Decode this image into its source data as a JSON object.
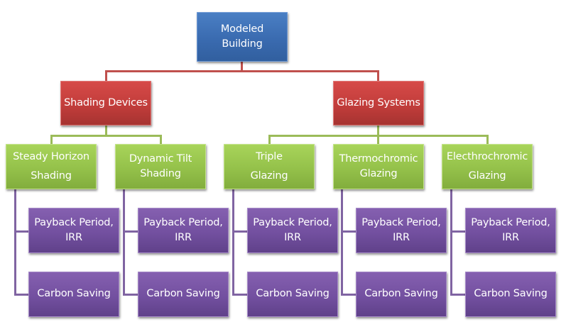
{
  "diagram": {
    "root": {
      "lines": [
        "Modeled",
        "Building"
      ],
      "color": "#3d6fb5"
    },
    "categories": [
      {
        "label": "Shading Devices",
        "color": "#c0504d",
        "children": [
          {
            "lines": [
              "Steady Horizon",
              "Shading"
            ]
          },
          {
            "lines": [
              "Dynamic Tilt",
              "Shading"
            ]
          }
        ]
      },
      {
        "label": "Glazing Systems",
        "color": "#c0504d",
        "children": [
          {
            "lines": [
              "Triple",
              "Glazing"
            ]
          },
          {
            "lines": [
              "Thermochromic",
              "Glazing"
            ]
          },
          {
            "lines": [
              "Electhrochromic",
              "Glazing"
            ]
          }
        ]
      }
    ],
    "metrics": {
      "first": [
        "Payback Period,",
        "IRR"
      ],
      "second": "Carbon Saving"
    },
    "colors": {
      "level2": "#9bbb59",
      "level3": "#8064a2",
      "connector_red": "#c0504d",
      "connector_green": "#9bbb59",
      "connector_purple": "#8064a2"
    }
  }
}
